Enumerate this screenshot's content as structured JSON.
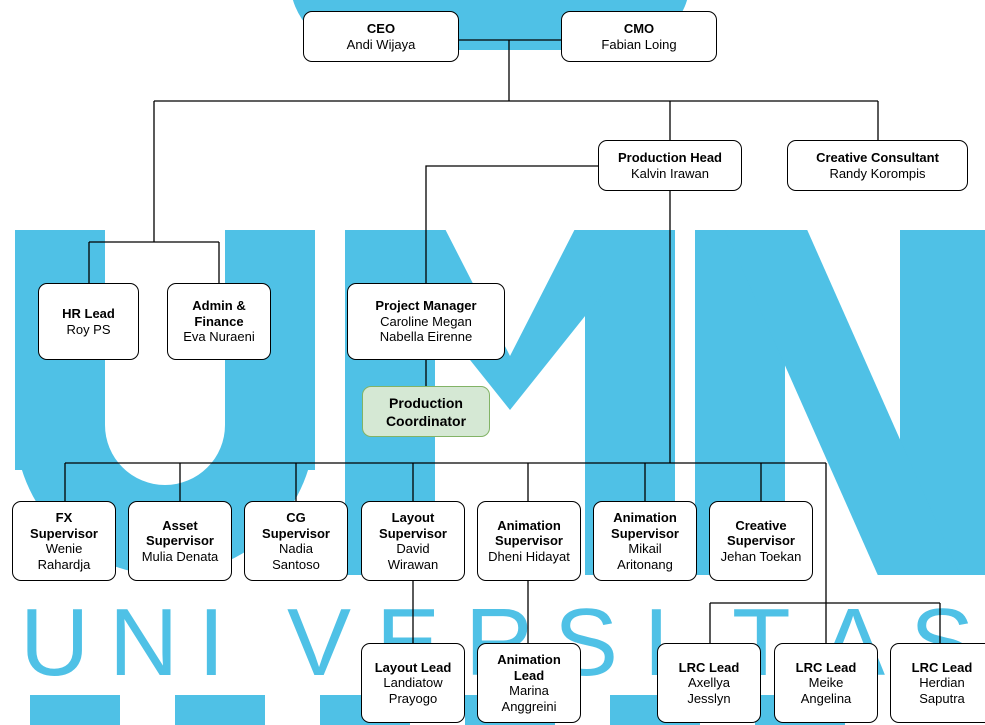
{
  "watermark": {
    "letters": [
      "U",
      "N",
      "I",
      "V",
      "E",
      "R",
      "S",
      "I",
      "T",
      "A",
      "S"
    ],
    "color": "#4fc1e6"
  },
  "nodes": {
    "ceo": {
      "title": "CEO",
      "names": [
        "Andi Wijaya"
      ]
    },
    "cmo": {
      "title": "CMO",
      "names": [
        "Fabian Loing"
      ]
    },
    "production_head": {
      "title": "Production Head",
      "names": [
        "Kalvin Irawan"
      ]
    },
    "creative_consultant": {
      "title": "Creative Consultant",
      "names": [
        "Randy Korompis"
      ]
    },
    "hr_lead": {
      "title": "HR Lead",
      "names": [
        "Roy PS"
      ]
    },
    "admin_finance": {
      "title": "Admin & Finance",
      "names": [
        "Eva Nuraeni"
      ]
    },
    "project_manager": {
      "title": "Project Manager",
      "names": [
        "Caroline Megan",
        "Nabella Eirenne"
      ]
    },
    "production_coordinator": {
      "title": "Production Coordinator",
      "names": []
    },
    "fx_supervisor": {
      "title": "FX Supervisor",
      "names": [
        "Wenie",
        "Rahardja"
      ]
    },
    "asset_supervisor": {
      "title": "Asset Supervisor",
      "names": [
        "Mulia Denata"
      ]
    },
    "cg_supervisor": {
      "title": "CG Supervisor",
      "names": [
        "Nadia",
        "Santoso"
      ]
    },
    "layout_supervisor": {
      "title": "Layout Supervisor",
      "names": [
        "David",
        "Wirawan"
      ]
    },
    "animation_supervisor_1": {
      "title": "Animation Supervisor",
      "names": [
        "Dheni Hidayat"
      ]
    },
    "animation_supervisor_2": {
      "title": "Animation Supervisor",
      "names": [
        "Mikail",
        "Aritonang"
      ]
    },
    "creative_supervisor": {
      "title": "Creative Supervisor",
      "names": [
        "Jehan Toekan"
      ]
    },
    "layout_lead": {
      "title": "Layout Lead",
      "names": [
        "Landiatow",
        "Prayogo"
      ]
    },
    "animation_lead": {
      "title": "Animation Lead",
      "names": [
        "Marina",
        "Anggreini"
      ]
    },
    "lrc_lead_1": {
      "title": "LRC Lead",
      "names": [
        "Axellya",
        "Jesslyn"
      ]
    },
    "lrc_lead_2": {
      "title": "LRC Lead",
      "names": [
        "Meike",
        "Angelina"
      ]
    },
    "lrc_lead_3": {
      "title": "LRC Lead",
      "names": [
        "Herdian",
        "Saputra"
      ]
    }
  },
  "colors": {
    "coordinator_fill": "#d5e8d4",
    "coordinator_border": "#82b366",
    "line": "#000000"
  }
}
